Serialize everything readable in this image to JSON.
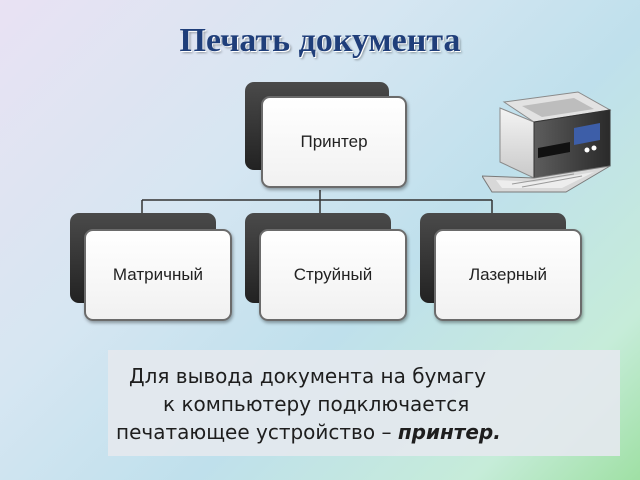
{
  "title": "Печать документа",
  "diagram": {
    "root": {
      "label": "Принтер"
    },
    "children": [
      {
        "label": "Матричный"
      },
      {
        "label": "Струйный"
      },
      {
        "label": "Лазерный"
      }
    ]
  },
  "image": {
    "icon": "laser-printer-icon"
  },
  "caption": {
    "line1": "Для вывода документа на бумагу",
    "line2": "к компьютеру подключается",
    "line3_prefix": "печатающее устройство –",
    "line3_emphasis": "принтер."
  },
  "colors": {
    "title": "#1f3e7a",
    "node_back": "#2b2b2b",
    "node_front": "#ffffff"
  }
}
